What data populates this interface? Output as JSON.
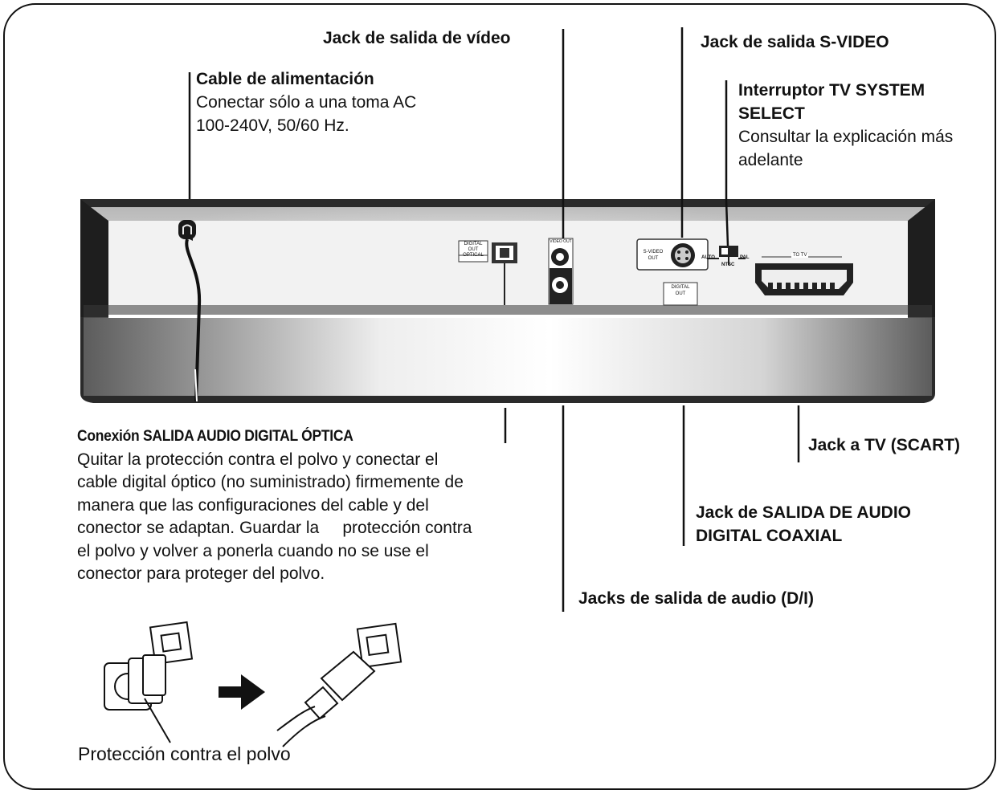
{
  "labels": {
    "video_out": "Jack de salida de vídeo",
    "svideo_out": "Jack de salida S-VIDEO",
    "power_cable_title": "Cable de alimentación",
    "power_cable_desc1": "Conectar sólo a una toma AC",
    "power_cable_desc2": "100-240V, 50/60 Hz.",
    "tv_system_title1": "Interruptor TV SYSTEM",
    "tv_system_title2": "SELECT",
    "tv_system_desc1": "Consultar la explicación más",
    "tv_system_desc2": "adelante",
    "optical_title": "Conexión SALIDA AUDIO DIGITAL ÓPTICA",
    "optical_desc": [
      "Quitar la protección contra el polvo y conectar el",
      "cable digital óptico (no suministrado) firmemente de",
      "manera que las configuraciones del cable y del",
      "conector se adaptan. Guardar la     protección contra",
      "el polvo y volver a ponerla cuando no se use el",
      "conector para proteger del polvo."
    ],
    "scart": "Jack a TV (SCART)",
    "coax_title1": "Jack de SALIDA DE AUDIO",
    "coax_title2": "DIGITAL COAXIAL",
    "audio_out": "Jacks de salida de audio (D/I)",
    "dust_cap": "Protección contra el polvo"
  },
  "panel": {
    "digital_out_optical": [
      "DIGITAL",
      "OUT",
      "OPTICAL"
    ],
    "video_out": "VIDEO OUT",
    "svideo": [
      "S-VIDEO",
      "OUT"
    ],
    "switch_auto": "AUTO",
    "switch_ntsc": "NTSC",
    "switch_pal": "PAL",
    "to_tv": "TO TV",
    "digital_out_coax": [
      "DIGITAL",
      "OUT"
    ]
  }
}
